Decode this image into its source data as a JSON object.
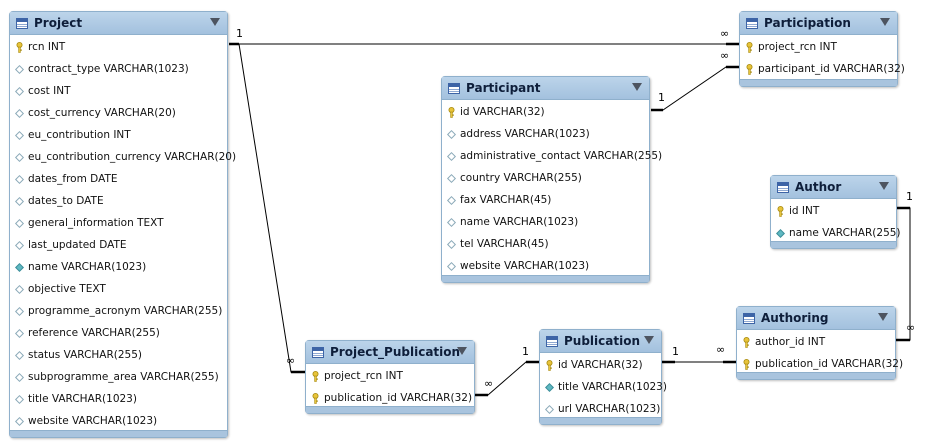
{
  "tables": {
    "project": {
      "name": "Project",
      "columns": [
        {
          "label": "rcn INT",
          "icon": "primary-key-icon"
        },
        {
          "label": "contract_type VARCHAR(1023)",
          "icon": "column-icon"
        },
        {
          "label": "cost INT",
          "icon": "column-icon"
        },
        {
          "label": "cost_currency VARCHAR(20)",
          "icon": "column-icon"
        },
        {
          "label": "eu_contribution INT",
          "icon": "column-icon"
        },
        {
          "label": "eu_contribution_currency VARCHAR(20)",
          "icon": "column-icon"
        },
        {
          "label": "dates_from DATE",
          "icon": "column-icon"
        },
        {
          "label": "dates_to DATE",
          "icon": "column-icon"
        },
        {
          "label": "general_information TEXT",
          "icon": "column-icon"
        },
        {
          "label": "last_updated DATE",
          "icon": "column-icon"
        },
        {
          "label": "name VARCHAR(1023)",
          "icon": "not-null-column-icon"
        },
        {
          "label": "objective TEXT",
          "icon": "column-icon"
        },
        {
          "label": "programme_acronym VARCHAR(255)",
          "icon": "column-icon"
        },
        {
          "label": "reference VARCHAR(255)",
          "icon": "column-icon"
        },
        {
          "label": "status VARCHAR(255)",
          "icon": "column-icon"
        },
        {
          "label": "subprogramme_area VARCHAR(255)",
          "icon": "column-icon"
        },
        {
          "label": "title VARCHAR(1023)",
          "icon": "column-icon"
        },
        {
          "label": "website VARCHAR(1023)",
          "icon": "column-icon"
        }
      ]
    },
    "participation": {
      "name": "Participation",
      "columns": [
        {
          "label": "project_rcn INT",
          "icon": "primary-key-icon"
        },
        {
          "label": "participant_id VARCHAR(32)",
          "icon": "primary-key-icon"
        }
      ]
    },
    "participant": {
      "name": "Participant",
      "columns": [
        {
          "label": "id VARCHAR(32)",
          "icon": "primary-key-icon"
        },
        {
          "label": "address VARCHAR(1023)",
          "icon": "column-icon"
        },
        {
          "label": "administrative_contact VARCHAR(255)",
          "icon": "column-icon"
        },
        {
          "label": "country VARCHAR(255)",
          "icon": "column-icon"
        },
        {
          "label": "fax VARCHAR(45)",
          "icon": "column-icon"
        },
        {
          "label": "name VARCHAR(1023)",
          "icon": "column-icon"
        },
        {
          "label": "tel VARCHAR(45)",
          "icon": "column-icon"
        },
        {
          "label": "website VARCHAR(1023)",
          "icon": "column-icon"
        }
      ]
    },
    "author": {
      "name": "Author",
      "columns": [
        {
          "label": "id INT",
          "icon": "primary-key-icon"
        },
        {
          "label": "name VARCHAR(255)",
          "icon": "not-null-column-icon"
        }
      ]
    },
    "authoring": {
      "name": "Authoring",
      "columns": [
        {
          "label": "author_id INT",
          "icon": "primary-key-icon"
        },
        {
          "label": "publication_id VARCHAR(32)",
          "icon": "primary-key-icon"
        }
      ]
    },
    "project_publication": {
      "name": "Project_Publication",
      "columns": [
        {
          "label": "project_rcn INT",
          "icon": "primary-key-icon"
        },
        {
          "label": "publication_id VARCHAR(32)",
          "icon": "primary-key-icon"
        }
      ]
    },
    "publication": {
      "name": "Publication",
      "columns": [
        {
          "label": "id VARCHAR(32)",
          "icon": "primary-key-icon"
        },
        {
          "label": "title VARCHAR(1023)",
          "icon": "not-null-column-icon"
        },
        {
          "label": "url VARCHAR(1023)",
          "icon": "column-icon"
        }
      ]
    }
  },
  "cardinality": {
    "one": "1",
    "many": "∞"
  },
  "colors": {
    "header": "#a3c1de",
    "border": "#8fb0cc",
    "key": "#e8c43a",
    "column_outline": "#8aa9b8",
    "not_null_fill": "#5fb8c2",
    "line": "#000000"
  }
}
